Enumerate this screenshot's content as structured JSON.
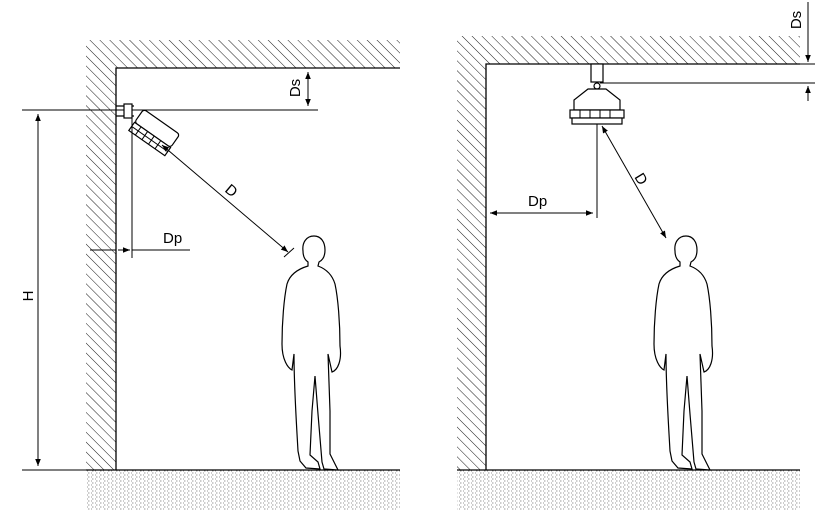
{
  "diagrams": [
    {
      "id": "wall-mounted",
      "labels": {
        "height": "H",
        "side_offset": "Ds",
        "wall_offset": "Dp",
        "distance": "D"
      }
    },
    {
      "id": "ceiling-mounted",
      "labels": {
        "side_offset": "Ds",
        "wall_offset": "Dp",
        "distance": "D"
      }
    }
  ]
}
